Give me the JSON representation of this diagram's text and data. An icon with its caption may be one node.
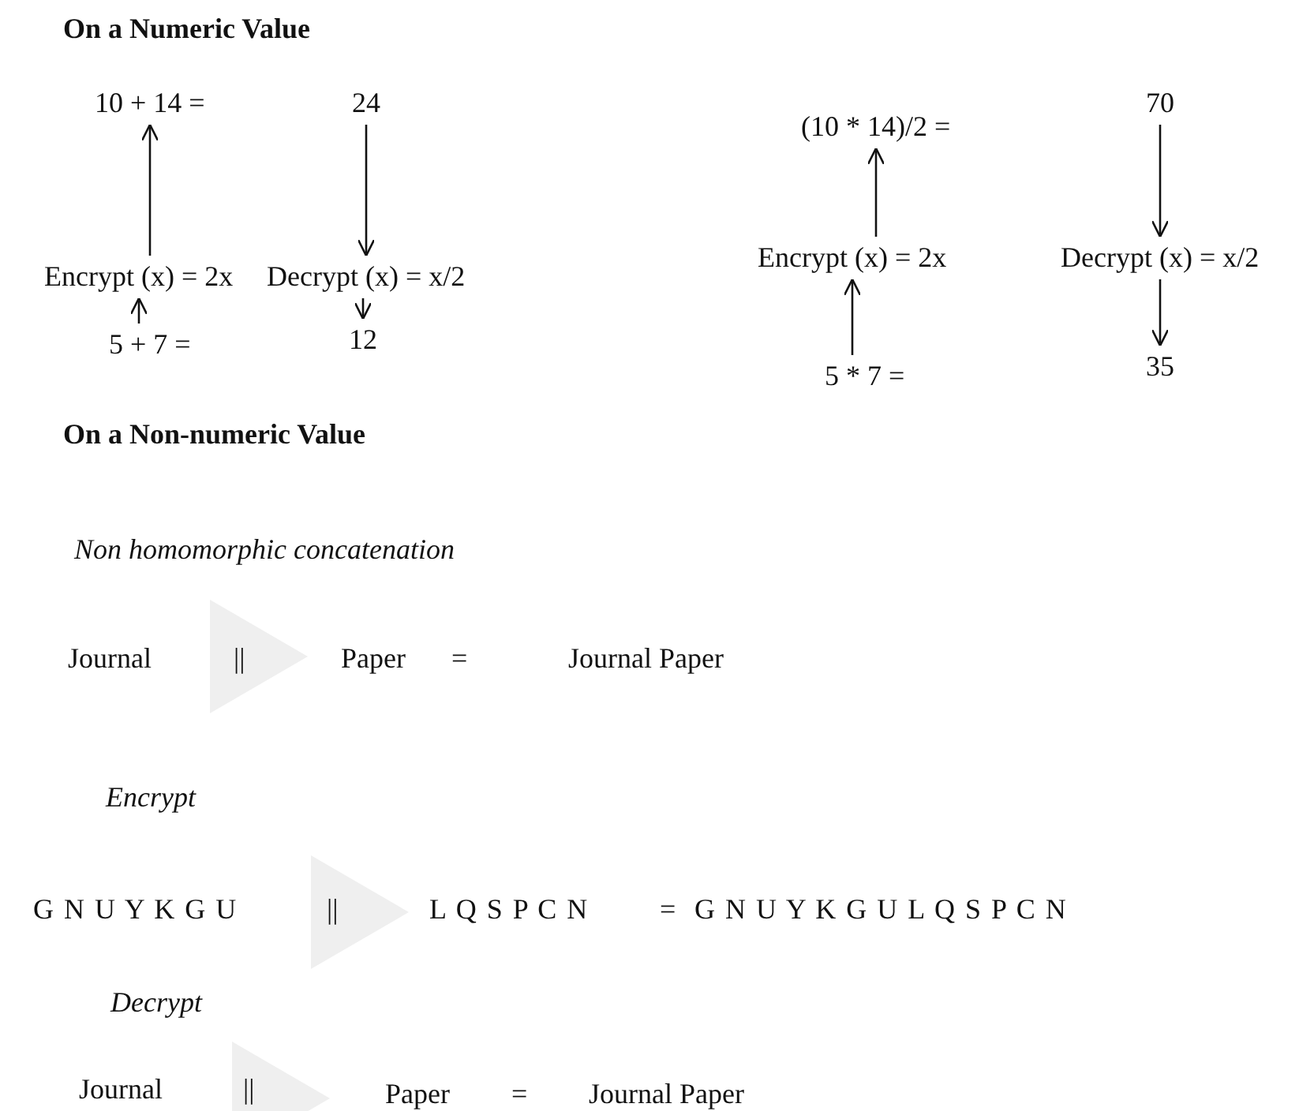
{
  "diagram": {
    "nodes": [
      {
        "text": [
          "10 + 14  ="
        ]
      },
      {
        "text": [
          "24"
        ]
      },
      {
        "text": [
          "Encrypt (x) = 2x"
        ]
      },
      {
        "text": [
          "Decrypt (x) = x/2"
        ]
      },
      {
        "text": [
          "5 + 7  ="
        ]
      },
      {
        "text": [
          "12"
        ]
      },
      {
        "text": [
          "(10 * 14)/2  ="
        ]
      },
      {
        "text": [
          "70"
        ]
      },
      {
        "text": [
          "Encrypt (x) = 2x"
        ]
      },
      {
        "text": [
          "Decrypt (x) = x/2"
        ]
      },
      {
        "text": [
          "5 * 7 ="
        ]
      },
      {
        "text": [
          "35"
        ]
      }
    ],
    "edges": [
      {
        "from": 4,
        "to": 2,
        "arrow": "to"
      },
      {
        "from": 2,
        "to": 0,
        "arrow": "to"
      },
      {
        "from": 1,
        "to": 3,
        "arrow": "to"
      },
      {
        "from": 3,
        "to": 5,
        "arrow": "to"
      },
      {
        "from": 10,
        "to": 8,
        "arrow": "to"
      },
      {
        "from": 8,
        "to": 6,
        "arrow": "to"
      },
      {
        "from": 7,
        "to": 9,
        "arrow": "to"
      },
      {
        "from": 9,
        "to": 11,
        "arrow": "to"
      }
    ],
    "labels": [
      "On a Numeric Value",
      "On a Non-numeric Value",
      "Non homomorphic concatenation",
      "Journal",
      "||",
      "Paper",
      "=",
      "Journal Paper",
      "Encrypt",
      "G N U Y K G U",
      "||",
      "L Q S P C N",
      "=",
      "G N U Y K G U L Q S P C N",
      "Decrypt",
      "Journal",
      "||",
      "Paper",
      "=",
      "Journal Paper"
    ]
  }
}
